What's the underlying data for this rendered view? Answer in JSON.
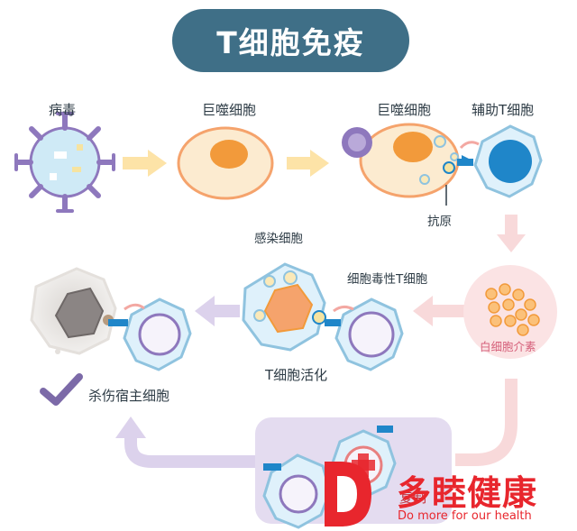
{
  "title": "T细胞免疫",
  "labels": {
    "virus": "病毒",
    "macrophage_1": "巨噬细胞",
    "macrophage_2": "巨噬细胞",
    "helper_t": "辅助T细胞",
    "antigen": "抗原",
    "infected_cell": "感染细胞",
    "cytotoxic_t": "细胞毒性T细胞",
    "t_activation": "T细胞活化",
    "interleukin": "白细胞介素",
    "kill_host": "杀伤宿主细胞",
    "replication": "复制"
  },
  "watermark": {
    "logo_letter": "D",
    "name": "多睦健康",
    "slogan": "Do more for our health"
  },
  "colors": {
    "title_bg": "#3f6f87",
    "arrow_yellow": "#fde3a7",
    "arrow_purple": "#dcd2ec",
    "arrow_pink": "#f8d9da",
    "virus_purple": "#8e78bd",
    "macrophage_fill": "#fcebd0",
    "macrophage_edge": "#f5a36c",
    "nucleus_orange": "#f29a3b",
    "helper_blue": "#1f86c9",
    "cell_light_blue": "#dff1fb",
    "brand_red": "#e8262d"
  }
}
